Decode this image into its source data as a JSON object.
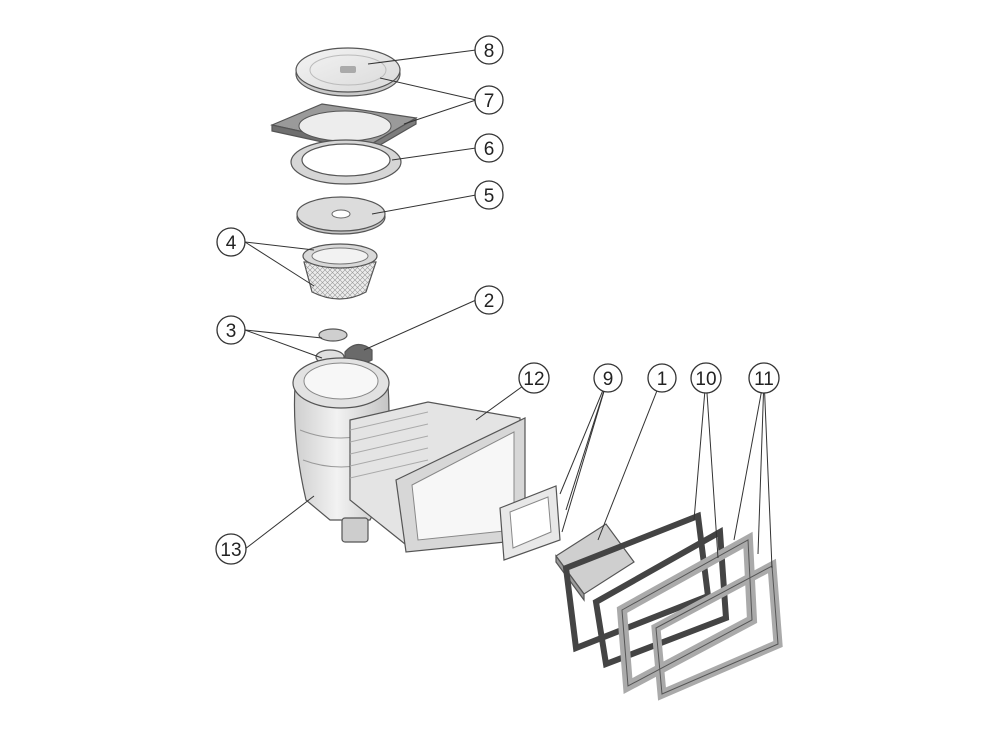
{
  "diagram": {
    "type": "exploded-parts-diagram",
    "colors": {
      "line": "#333333",
      "part_fill": "#e6e6e6",
      "part_shade": "#bdbdbd",
      "gasket": "#555555",
      "background": "#ffffff"
    },
    "callouts": [
      {
        "id": "c8",
        "label": "8"
      },
      {
        "id": "c7",
        "label": "7"
      },
      {
        "id": "c6",
        "label": "6"
      },
      {
        "id": "c5",
        "label": "5"
      },
      {
        "id": "c4",
        "label": "4"
      },
      {
        "id": "c2",
        "label": "2"
      },
      {
        "id": "c3",
        "label": "3"
      },
      {
        "id": "c12",
        "label": "12"
      },
      {
        "id": "c9",
        "label": "9"
      },
      {
        "id": "c1",
        "label": "1"
      },
      {
        "id": "c10",
        "label": "10"
      },
      {
        "id": "c11",
        "label": "11"
      },
      {
        "id": "c13",
        "label": "13"
      }
    ]
  }
}
